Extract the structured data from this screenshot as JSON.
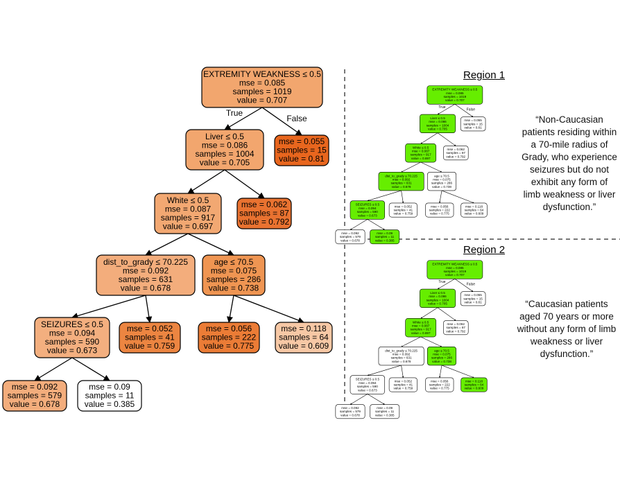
{
  "main_tree": {
    "nodes": [
      {
        "id": "root",
        "split": "EXTREMITY WEAKNESS ≤ 0.5",
        "mse": "mse = 0.085",
        "samples": "samples = 1019",
        "value": "value = 0.707",
        "fill": "#f2a66e"
      },
      {
        "id": "liver",
        "split": "Liver ≤ 0.5",
        "mse": "mse = 0.086",
        "samples": "samples = 1004",
        "value": "value = 0.705",
        "fill": "#f2a66e"
      },
      {
        "id": "leaf_r1",
        "split": "",
        "mse": "mse = 0.055",
        "samples": "samples = 15",
        "value": "value = 0.81",
        "fill": "#e8661e"
      },
      {
        "id": "white",
        "split": "White ≤ 0.5",
        "mse": "mse = 0.087",
        "samples": "samples = 917",
        "value": "value = 0.697",
        "fill": "#f2a872"
      },
      {
        "id": "leaf_r2",
        "split": "",
        "mse": "mse = 0.062",
        "samples": "samples = 87",
        "value": "value = 0.792",
        "fill": "#e97230"
      },
      {
        "id": "dist",
        "split": "dist_to_grady ≤ 70.225",
        "mse": "mse = 0.092",
        "samples": "samples = 631",
        "value": "value = 0.678",
        "fill": "#f3ad7c"
      },
      {
        "id": "age",
        "split": "age ≤ 70.5",
        "mse": "mse = 0.075",
        "samples": "samples = 286",
        "value": "value = 0.738",
        "fill": "#ef9552"
      },
      {
        "id": "seizures",
        "split": "SEIZURES ≤ 0.5",
        "mse": "mse = 0.094",
        "samples": "samples = 590",
        "value": "value = 0.673",
        "fill": "#f3af7f"
      },
      {
        "id": "leaf_d2",
        "split": "",
        "mse": "mse = 0.052",
        "samples": "samples = 41",
        "value": "value = 0.759",
        "fill": "#ec8541"
      },
      {
        "id": "leaf_a1",
        "split": "",
        "mse": "mse = 0.056",
        "samples": "samples = 222",
        "value": "value = 0.775",
        "fill": "#eb7c36"
      },
      {
        "id": "leaf_a2",
        "split": "",
        "mse": "mse = 0.118",
        "samples": "samples = 64",
        "value": "value = 0.609",
        "fill": "#f7c8a5"
      },
      {
        "id": "leaf_s1",
        "split": "",
        "mse": "mse = 0.092",
        "samples": "samples = 579",
        "value": "value = 0.678",
        "fill": "#f3ad7c"
      },
      {
        "id": "leaf_s2",
        "split": "",
        "mse": "mse = 0.09",
        "samples": "samples = 11",
        "value": "value = 0.385",
        "fill": "#ffffff"
      }
    ],
    "edge_labels": {
      "true_label": "True",
      "false_label": "False"
    }
  },
  "regions": [
    {
      "title": "Region 1",
      "quote": "“Non-Caucasian patients residing within a 70-mile radius of Grady, who experience seizures but do not exhibit any form of limb weakness or liver dysfunction.”",
      "highlight_color": "#66ee00",
      "highlighted": [
        "root",
        "liver",
        "white",
        "dist",
        "seizures",
        "leaf_s2"
      ]
    },
    {
      "title": "Region 2",
      "quote": "“Caucasian patients aged 70 years or more without any form of limb weakness or liver dysfunction.”",
      "highlight_color": "#66ee00",
      "highlighted": [
        "root",
        "liver",
        "white",
        "age",
        "leaf_a2"
      ]
    }
  ]
}
